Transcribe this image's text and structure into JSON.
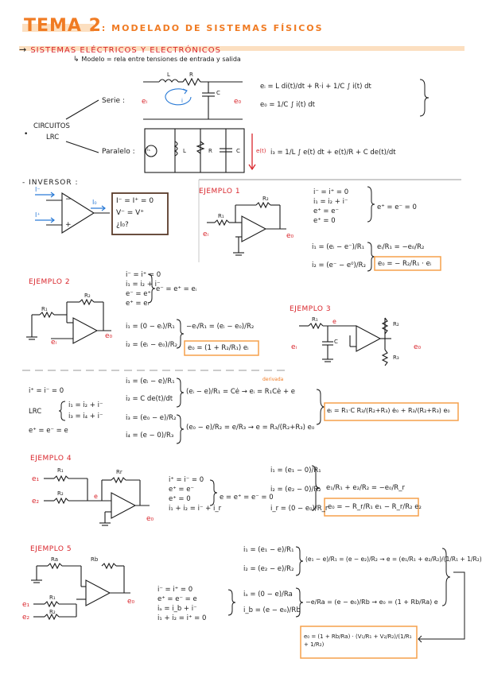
{
  "header": {
    "title": "TEMA 2",
    "title_rest": ": MODELADO DE SISTEMAS FÍSICOS",
    "subtitle": "SISTEMAS ELÉCTRICOS Y ELECTRÓNICOS",
    "modelo": "Modelo = rela entre tensiones de entrada y salida"
  },
  "circuitos": {
    "label": "CIRCUITOS",
    "label2": "LRC",
    "serie": "Serie",
    "paralelo": "Paralelo",
    "serie_eq1": "eᵢ = L di(t)/dt + R·i + 1/C ∫ i(t) dt",
    "serie_eq2": "e₀ = 1/C ∫ i(t) dt",
    "paralelo_eq": "i₃ = 1/L ∫ e(t) dt + e(t)/R + C de(t)/dt",
    "labels": {
      "L": "L",
      "R": "R",
      "C": "C",
      "ei": "eᵢ",
      "eo": "e₀",
      "i": "i",
      "is": "iₛ",
      "et": "e(t)"
    }
  },
  "inversor": {
    "title": "- INVERSOR :",
    "box": [
      "I⁻ = I⁺ = 0",
      "V⁻ = V⁺",
      "¿I₀?"
    ],
    "labels": {
      "Im": "I⁻",
      "Ip": "I⁺",
      "Io": "I₀"
    }
  },
  "ejemplo1": {
    "title": "EJEMPLO 1",
    "eqs": [
      "i⁻ = i⁺ = 0",
      "i₁ = i₂ + i⁻",
      "e⁺ = e⁻",
      "e⁺ = 0"
    ],
    "mid": "e⁺ = e⁻ = 0",
    "i1": "i₁ = (eᵢ − e⁻)/R₁",
    "i2": "i₂ = (e⁻ − e⁰)/R₂",
    "ratio": "eᵢ/R₁ = −e₀/R₂",
    "result": "e₀ = − R₂/R₁ · eᵢ",
    "labels": {
      "R1": "R₁",
      "R2": "R₂",
      "ei": "eᵢ",
      "eo": "e₀"
    }
  },
  "ejemplo2": {
    "title": "EJEMPLO 2",
    "eqs": [
      "i⁻ = i⁺ = 0",
      "i₁ = i₂ + i⁻",
      "e⁻ = e⁺",
      "e⁺ = eᵢ"
    ],
    "mid": "e⁻ = e⁺ = eᵢ",
    "i1": "i₁ = (0 − eᵢ)/R₁",
    "i2": "i₂ = (eᵢ − e₀)/R₂",
    "ratio": "−eᵢ/R₁ = (eᵢ − e₀)/R₂",
    "result": "e₀ = (1 + R₂/R₁) eᵢ",
    "labels": {
      "R1": "R₁",
      "R2": "R₂",
      "ei": "eᵢ",
      "eo": "e₀"
    }
  },
  "ejemplo3": {
    "title": "EJEMPLO 3",
    "labels": {
      "R1": "R₁",
      "R2": "R₂",
      "R3": "R₃",
      "C": "C",
      "ei": "eᵢ",
      "eo": "e₀",
      "e": "e"
    }
  },
  "lrc": {
    "eq0": "i⁺ = i⁻ = 0",
    "lrc_label": "LRC",
    "eqA": "i₁ = i₂ + i⁻",
    "eqB": "i₃ = i₄ + i⁻",
    "eqC": "e⁺ = e⁻ = e",
    "i1": "i₁ = (eᵢ − e)/R₁",
    "i2": "i₂ = C de(t)/dt",
    "i3": "i₃ = (e₀ − e)/R₂",
    "i4": "i₄ = (e − 0)/R₃",
    "r1": "(eᵢ − e)/R₁ = Cė → eᵢ = R₁Cė + e",
    "derivada": "derivada",
    "r2": "(e₀ − e)/R₂ = e/R₃ → e = R₃/(R₂+R₃) e₀",
    "result": "eᵢ = R₁·C R₃/(R₂+R₃) ė₀ + R₃/(R₂+R₃) e₀"
  },
  "ejemplo4": {
    "title": "EJEMPLO 4",
    "eqs": [
      "i⁺ = i⁻ = 0",
      "e⁺ = e⁻",
      "e⁺ = 0",
      "i₁ + i₂ = i⁻ + i_r"
    ],
    "mid": "e = e⁺ = e⁻ = 0",
    "i1": "i₁ = (e₁ − 0)/R₁",
    "i2": "i₂ = (e₂ − 0)/R₂",
    "ir": "i_r = (0 − e₀)/R_r",
    "ratio": "e₁/R₁ + e₂/R₂ = −e₀/R_r",
    "result": "e₀ = − R_r/R₁ e₁ − R_r/R₂ e₂",
    "labels": {
      "R1": "R₁",
      "R2": "R₂",
      "Rr": "Rr",
      "e1": "e₁",
      "e2": "e₂",
      "eo": "e₀",
      "e": "e"
    }
  },
  "ejemplo5": {
    "title": "EJEMPLO 5",
    "eqs": [
      "i⁻ = i⁺ = 0",
      "e⁺ = e⁻ = e",
      "iₐ = i_b + i⁻",
      "i₁ + i₂ = i⁺ = 0"
    ],
    "i1": "i₁ = (e₁ − e)/R₁",
    "i2": "i₂ = (e₂ − e)/R₂",
    "r1": "(e₁ − e)/R₁ = (e − e₂)/R₂ → e = (e₁/R₁ + e₂/R₂)/(1/R₁ + 1/R₂)",
    "ia": "iₐ = (0 − e)/Ra",
    "ib": "i_b = (e − e₀)/Rb",
    "r2": "−e/Ra = (e − e₀)/Rb → e₀ = (1 + Rb/Ra) e",
    "result": "e₀ = (1 + Rb/Ra) · (V₁/R₁ + V₂/R₂)/(1/R₁ + 1/R₂)",
    "labels": {
      "Ra": "Ra",
      "Rb": "Rb",
      "R1": "R₁",
      "R2": "R₂",
      "e1": "e₁",
      "e2": "e₂",
      "eo": "e₀"
    }
  }
}
